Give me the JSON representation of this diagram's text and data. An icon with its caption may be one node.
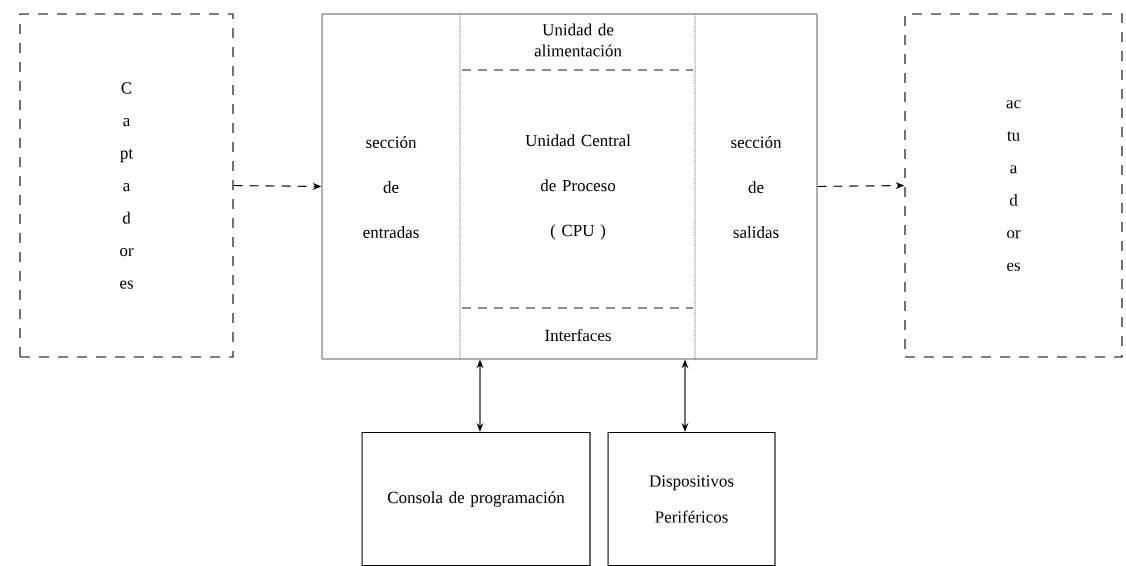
{
  "diagram": {
    "nodes": [
      {
        "text": [
          "Captadores"
        ]
      },
      {
        "text": [],
        "shape": "box"
      },
      {
        "text": [
          "sección de entradas"
        ],
        "in": 1
      },
      {
        "text": [
          "Unidad de alimentación"
        ],
        "in": 1
      },
      {
        "text": [
          "Unidad Central de Proceso ( CPU )"
        ],
        "in": 1
      },
      {
        "text": [
          "Interfaces"
        ],
        "in": 1
      },
      {
        "text": [
          "sección de salidas"
        ],
        "in": 1
      },
      {
        "text": [
          "actuadores"
        ]
      },
      {
        "text": [
          "Consola de programación"
        ]
      },
      {
        "text": [
          "Dispositivos Periféricos"
        ]
      }
    ],
    "edges": [
      {
        "from": 0,
        "to": 1,
        "arrow": "to",
        "style": "dashed"
      },
      {
        "from": 1,
        "to": 7,
        "arrow": "to",
        "style": "dashed"
      },
      {
        "from": 1,
        "to": 8,
        "arrow": "both"
      },
      {
        "from": 1,
        "to": 9,
        "arrow": "both"
      }
    ]
  }
}
